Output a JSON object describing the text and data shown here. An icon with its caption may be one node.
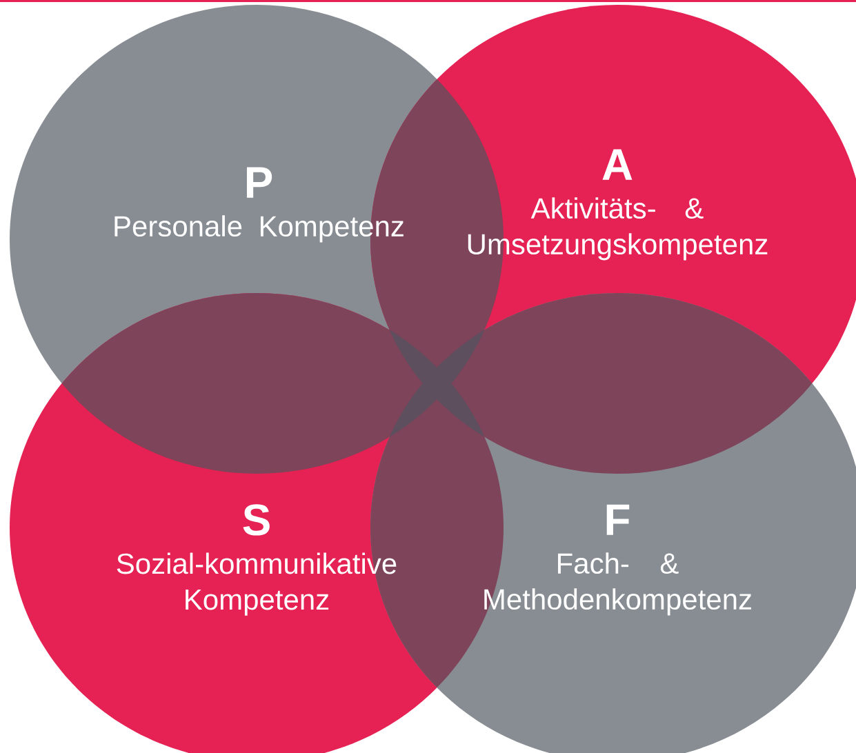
{
  "diagram": {
    "nodes": [
      {
        "text": [
          "P",
          "Personale Kompetenz"
        ]
      },
      {
        "text": [
          "A",
          "Aktivitäts- & Umsetzungskompetenz"
        ]
      },
      {
        "text": [
          "S",
          "Sozial-kommunikative Kompetenz"
        ]
      },
      {
        "text": [
          "F",
          "Fach- & Methodenkompetenz"
        ]
      }
    ]
  }
}
